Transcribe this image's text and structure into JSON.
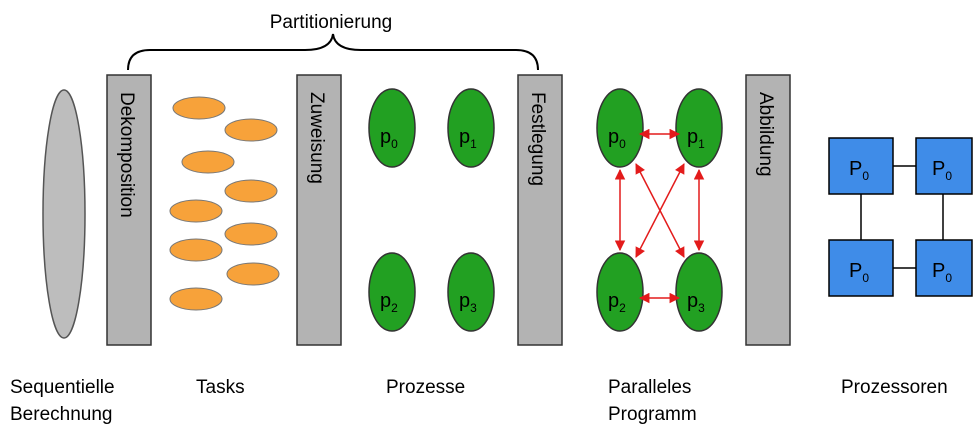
{
  "top_label": "Partitionierung",
  "bars": {
    "dekomposition": "Dekomposition",
    "zuweisung": "Zuweisung",
    "festlegung": "Festlegung",
    "abbildung": "Abbildung"
  },
  "processes": {
    "p": "p",
    "s0": "0",
    "s1": "1",
    "s2": "2",
    "s3": "3"
  },
  "processors": {
    "P": "P",
    "s0": "0"
  },
  "bottom_labels": {
    "sequential_l1": "Sequentielle",
    "sequential_l2": "Berechnung",
    "tasks": "Tasks",
    "prozesse": "Prozesse",
    "parallel_l1": "Paralleles",
    "parallel_l2": "Programm",
    "prozessoren": "Prozessoren"
  },
  "colors": {
    "bar_gray": "#b3b3b3",
    "seq_gray": "#bdbdbd",
    "task_orange": "#f7a23a",
    "process_green": "#22a022",
    "processor_blue": "#3f8ce8",
    "arrow_red": "#e31b1b"
  }
}
